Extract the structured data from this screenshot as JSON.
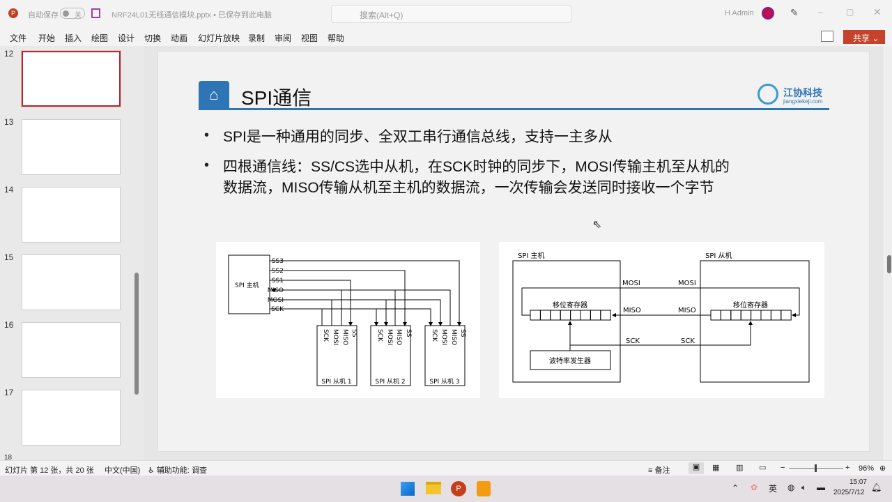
{
  "titlebar": {
    "autosave_label": "自动保存",
    "autosave_state": "关",
    "filename": "NRF24L01无线通信模块.pptx • 已保存到此电脑",
    "search_placeholder": "搜索(Alt+Q)",
    "user": "H Admin",
    "share_label": "共享"
  },
  "ribbon": {
    "tabs": [
      "文件",
      "开始",
      "插入",
      "绘图",
      "设计",
      "切换",
      "动画",
      "幻灯片放映",
      "录制",
      "审阅",
      "视图",
      "帮助"
    ]
  },
  "thumbnails": {
    "numbers": [
      "12",
      "13",
      "14",
      "15",
      "16",
      "17",
      "18"
    ],
    "selected": "12"
  },
  "slide": {
    "title": "SPI通信",
    "logo_text": "江协科技",
    "logo_url_text": "jiangxiekeji.com",
    "bullets": [
      "SPI是一种通用的同步、全双工串行通信总线，支持一主多从",
      "四根通信线：SS/CS选中从机，在SCK时钟的同步下，MOSI传输主机至从机的",
      "数据流，MISO传输从机至主机的数据流，一次传输会发送同时接收一个字节"
    ],
    "diagram1": {
      "master": "SPI 主机",
      "master_pins": [
        "SS3",
        "SS2",
        "SS1",
        "MISO",
        "MOSI",
        "SCK"
      ],
      "slave_pins": [
        "SCK",
        "MOSI",
        "MISO",
        "SS"
      ],
      "slaves": [
        "SPI 从机 1",
        "SPI 从机 2",
        "SPI 从机 3"
      ]
    },
    "diagram2": {
      "master": "SPI 主机",
      "slave": "SPI 从机",
      "shift_register": "移位寄存器",
      "baud_gen": "波特率发生器",
      "mosi": "MOSI",
      "miso": "MISO",
      "sck": "SCK"
    }
  },
  "status": {
    "slide_info": "幻灯片 第 12 张，共 20 张",
    "language": "中文(中国)",
    "accessibility": "辅助功能: 调查",
    "notes": "备注",
    "zoom": "96%",
    "zoom_value": 96
  },
  "taskbar": {
    "time": "15:07",
    "date": "2025/7/12",
    "ime": "英"
  },
  "colors": {
    "accent": "#b7472a",
    "slide_blue": "#2e75b6"
  }
}
